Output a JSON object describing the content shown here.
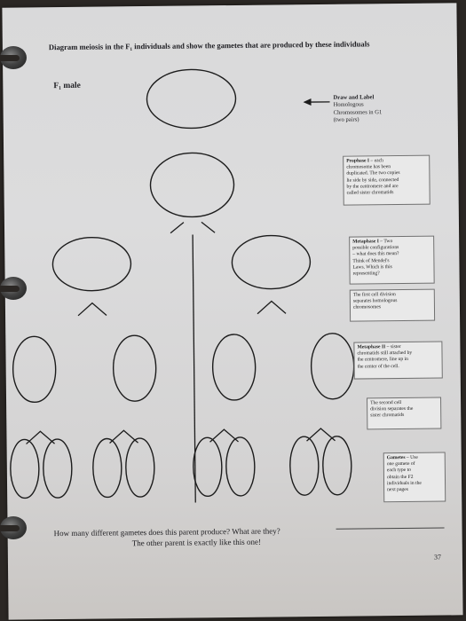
{
  "worksheet": {
    "title": "Diagram meiosis in the F₁ individuals and show the gametes that are produced by these individuals",
    "f1_label": "F₁ male",
    "draw_label": {
      "heading": "Draw and Label",
      "lines": [
        "Homologous",
        "Chromosomes in G1",
        "(two pairs)"
      ]
    },
    "prophase": {
      "heading": "Prophase I",
      "lines": [
        " – each",
        "chromosome has been",
        "duplicated. The two copies",
        "lie side by side, connected",
        "by the centromere and are",
        "called sister chromatids"
      ]
    },
    "metaphase1": {
      "heading": "Metaphase I",
      "lines": [
        " – Two",
        "possible configurations",
        "– what does this mean?",
        "Think of Mendel's",
        "Laws. Which is this",
        "representing?"
      ]
    },
    "first_division": {
      "lines": [
        "The first cell division",
        "separates homologous",
        "chromosomes"
      ]
    },
    "metaphase2": {
      "heading": "Metaphase II",
      "lines": [
        " – sister",
        "chromatids still attached by",
        "the centromere, line up in",
        "the center of the cell."
      ]
    },
    "second_division": {
      "lines": [
        "The second cell",
        "division separates the",
        "sister chromatids"
      ]
    },
    "gametes": {
      "heading": "Gametes",
      "lines": [
        " – Use",
        "one gamete of",
        "each type to",
        "obtain the F2",
        "individuals in the",
        "next pages"
      ]
    },
    "question_line1": "How many different gametes does this parent produce? What are they?",
    "question_line2": "The other parent is exactly like this one!",
    "page_number": "37"
  }
}
